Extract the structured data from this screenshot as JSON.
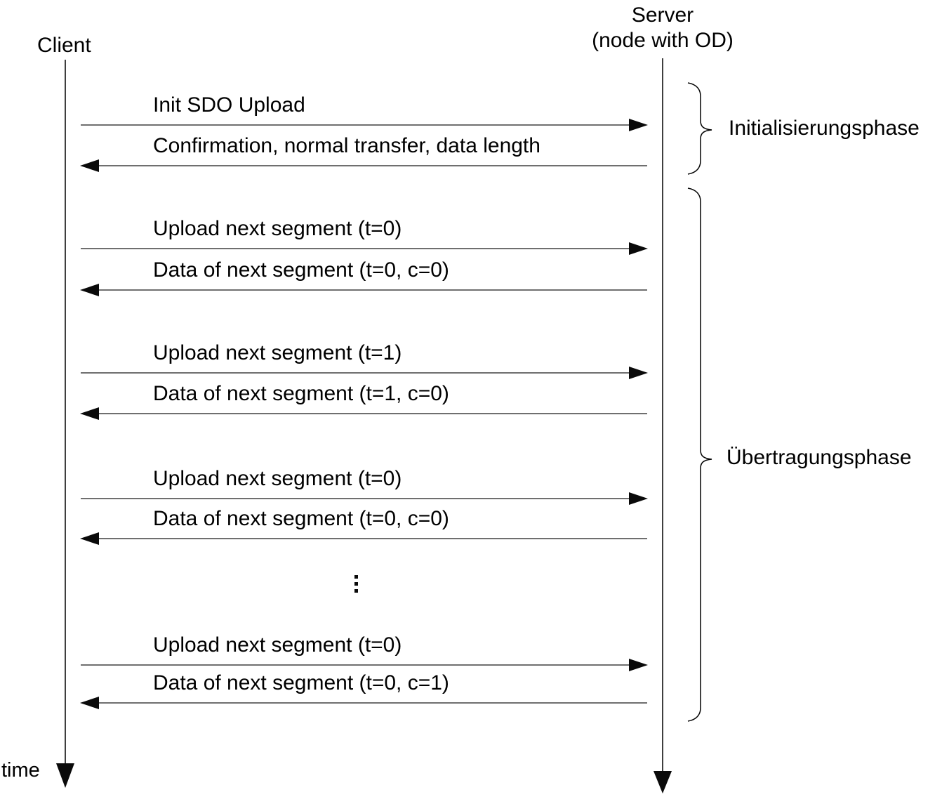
{
  "diagram_type": "sequence-diagram",
  "actors": {
    "client": "Client",
    "server_line1": "Server",
    "server_line2": "(node with OD)"
  },
  "time_label": "time",
  "phases": [
    {
      "id": "initialization",
      "label": "Initialisierungsphase"
    },
    {
      "id": "transfer",
      "label": "Übertragungsphase"
    }
  ],
  "messages": [
    {
      "label": "Init SDO Upload",
      "direction": "client-to-server"
    },
    {
      "label": "Confirmation, normal transfer, data length",
      "direction": "server-to-client"
    },
    {
      "label": "Upload next segment (t=0)",
      "direction": "client-to-server"
    },
    {
      "label": "Data of next segment (t=0, c=0)",
      "direction": "server-to-client"
    },
    {
      "label": "Upload next segment (t=1)",
      "direction": "client-to-server"
    },
    {
      "label": "Data of next segment (t=1, c=0)",
      "direction": "server-to-client"
    },
    {
      "label": "Upload next segment (t=0)",
      "direction": "client-to-server"
    },
    {
      "label": "Data of next segment (t=0, c=0)",
      "direction": "server-to-client"
    },
    {
      "label": "Upload next segment (t=0)",
      "direction": "client-to-server"
    },
    {
      "label": "Data of next segment (t=0, c=1)",
      "direction": "server-to-client"
    }
  ],
  "ellipsis": "⋮",
  "colors": {
    "background": "#ffffff",
    "text": "#000000",
    "message_line": "#6f6f6f",
    "lifeline": "#3f3f3f",
    "arrowhead": "#0a0a0a",
    "brace": "#000000"
  }
}
